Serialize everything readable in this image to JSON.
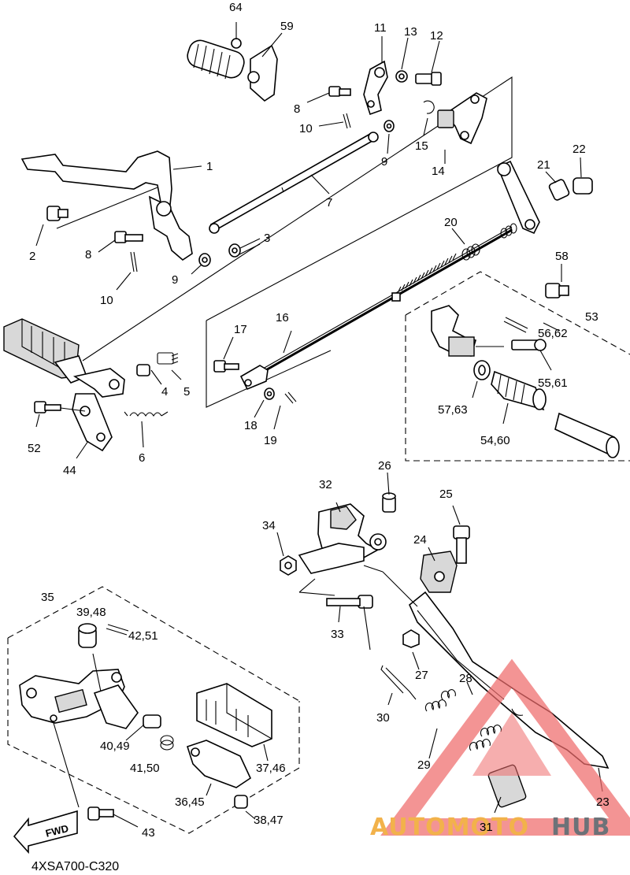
{
  "diagram": {
    "code": "4XSA700-C320",
    "direction_badge": "FWD",
    "watermark": {
      "part1": "AUTOMOTO",
      "part2": "HUB"
    },
    "callouts": [
      {
        "id": "c64",
        "text": "64"
      },
      {
        "id": "c59",
        "text": "59"
      },
      {
        "id": "c11",
        "text": "11"
      },
      {
        "id": "c13",
        "text": "13"
      },
      {
        "id": "c12",
        "text": "12"
      },
      {
        "id": "c8a",
        "text": "8"
      },
      {
        "id": "c10a",
        "text": "10"
      },
      {
        "id": "c9a",
        "text": "9"
      },
      {
        "id": "c15",
        "text": "15"
      },
      {
        "id": "c14",
        "text": "14"
      },
      {
        "id": "c1",
        "text": "1"
      },
      {
        "id": "c7",
        "text": "7"
      },
      {
        "id": "c21",
        "text": "21"
      },
      {
        "id": "c22",
        "text": "22"
      },
      {
        "id": "c2",
        "text": "2"
      },
      {
        "id": "c8b",
        "text": "8"
      },
      {
        "id": "c3",
        "text": "3"
      },
      {
        "id": "c9b",
        "text": "9"
      },
      {
        "id": "c10b",
        "text": "10"
      },
      {
        "id": "c20",
        "text": "20"
      },
      {
        "id": "c58",
        "text": "58"
      },
      {
        "id": "c53",
        "text": "53"
      },
      {
        "id": "c56",
        "text": "56,62"
      },
      {
        "id": "c16",
        "text": "16"
      },
      {
        "id": "c17",
        "text": "17"
      },
      {
        "id": "c55",
        "text": "55,61"
      },
      {
        "id": "c5",
        "text": "5"
      },
      {
        "id": "c4",
        "text": "4"
      },
      {
        "id": "c57",
        "text": "57,63"
      },
      {
        "id": "c54",
        "text": "54,60"
      },
      {
        "id": "c18",
        "text": "18"
      },
      {
        "id": "c19",
        "text": "19"
      },
      {
        "id": "c52",
        "text": "52"
      },
      {
        "id": "c6",
        "text": "6"
      },
      {
        "id": "c44",
        "text": "44"
      },
      {
        "id": "c26",
        "text": "26"
      },
      {
        "id": "c32",
        "text": "32"
      },
      {
        "id": "c25",
        "text": "25"
      },
      {
        "id": "c34",
        "text": "34"
      },
      {
        "id": "c24",
        "text": "24"
      },
      {
        "id": "c35",
        "text": "35"
      },
      {
        "id": "c39",
        "text": "39,48"
      },
      {
        "id": "c42",
        "text": "42,51"
      },
      {
        "id": "c33",
        "text": "33"
      },
      {
        "id": "c27",
        "text": "27"
      },
      {
        "id": "c28",
        "text": "28"
      },
      {
        "id": "c30",
        "text": "30"
      },
      {
        "id": "c40",
        "text": "40,49"
      },
      {
        "id": "c41",
        "text": "41,50"
      },
      {
        "id": "c29",
        "text": "29"
      },
      {
        "id": "c37",
        "text": "37,46"
      },
      {
        "id": "c36",
        "text": "36,45"
      },
      {
        "id": "c23",
        "text": "23"
      },
      {
        "id": "c43",
        "text": "43"
      },
      {
        "id": "c38",
        "text": "38,47"
      },
      {
        "id": "c31",
        "text": "31"
      }
    ]
  }
}
